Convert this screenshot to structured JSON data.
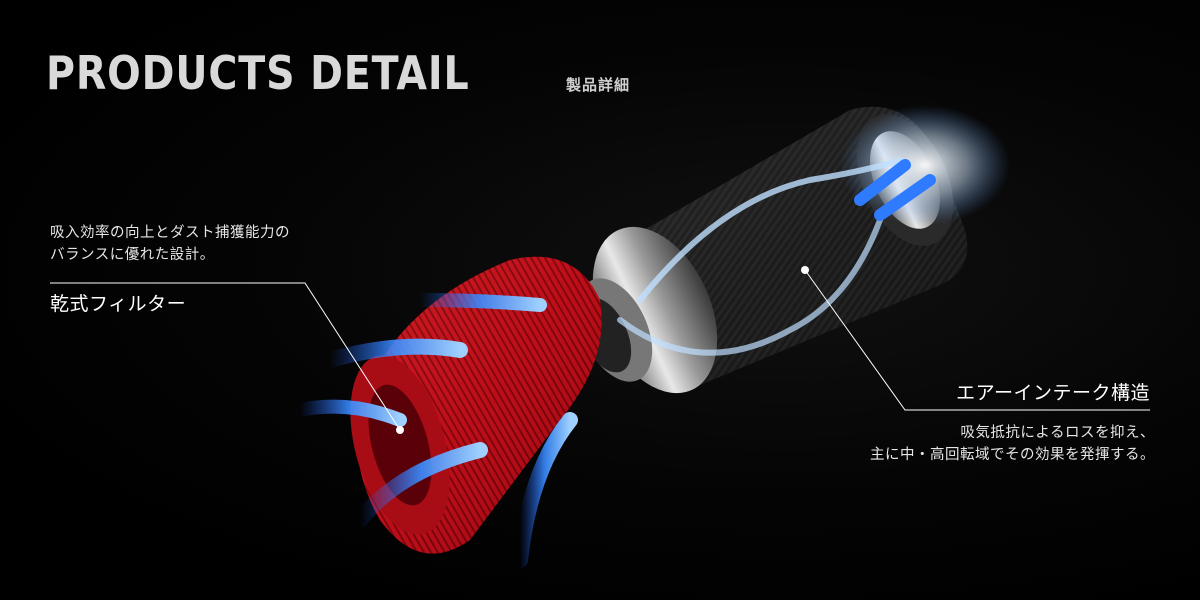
{
  "heading": {
    "title": "PRODUCTS DETAIL",
    "subtitle": "製品詳細"
  },
  "callouts": [
    {
      "id": "filter",
      "description_lines": [
        "吸入効率の向上とダスト捕獲能力の",
        "バランスに優れた設計。"
      ],
      "label": "乾式フィルター"
    },
    {
      "id": "intake",
      "label": "エアーインテーク構造",
      "description_lines": [
        "吸気抵抗によるロスを抑え、",
        "主に中・高回転域でその効果を発揮する。"
      ]
    }
  ],
  "colors": {
    "background": "#000000",
    "title": "#d9d9d9",
    "filter_red": "#c8101a",
    "airflow_blue": "#3a8cff",
    "carbon": "#2a2a2a",
    "leader_line": "#ffffff"
  }
}
